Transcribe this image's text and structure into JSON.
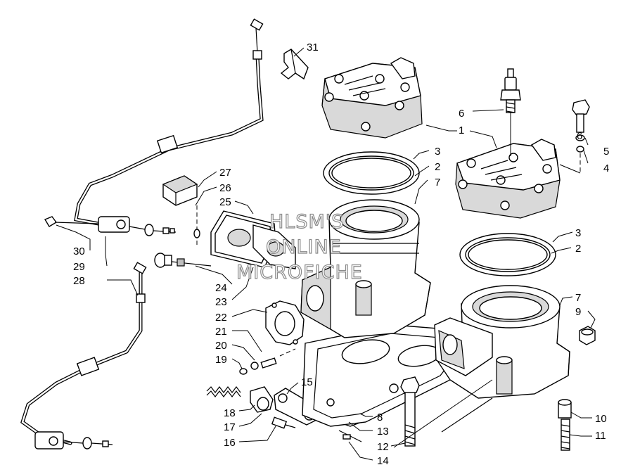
{
  "watermark": {
    "line1": "HLSM'S",
    "line2": "ONLINE",
    "line3": "MICROFICHE"
  },
  "callouts": [
    {
      "id": "c31",
      "label": "31"
    },
    {
      "id": "c6a",
      "label": "6"
    },
    {
      "id": "c1",
      "label": "1"
    },
    {
      "id": "c6b",
      "label": "6"
    },
    {
      "id": "c5",
      "label": "5"
    },
    {
      "id": "c4",
      "label": "4"
    },
    {
      "id": "c3a",
      "label": "3"
    },
    {
      "id": "c2a",
      "label": "2"
    },
    {
      "id": "c7a",
      "label": "7"
    },
    {
      "id": "c27",
      "label": "27"
    },
    {
      "id": "c26",
      "label": "26"
    },
    {
      "id": "c25",
      "label": "25"
    },
    {
      "id": "c3b",
      "label": "3"
    },
    {
      "id": "c2b",
      "label": "2"
    },
    {
      "id": "c30",
      "label": "30"
    },
    {
      "id": "c29",
      "label": "29"
    },
    {
      "id": "c28",
      "label": "28"
    },
    {
      "id": "c24",
      "label": "24"
    },
    {
      "id": "c23",
      "label": "23"
    },
    {
      "id": "c22",
      "label": "22"
    },
    {
      "id": "c7b",
      "label": "7"
    },
    {
      "id": "c9",
      "label": "9"
    },
    {
      "id": "c21",
      "label": "21"
    },
    {
      "id": "c20",
      "label": "20"
    },
    {
      "id": "c19",
      "label": "19"
    },
    {
      "id": "c15",
      "label": "15"
    },
    {
      "id": "c18",
      "label": "18"
    },
    {
      "id": "c17",
      "label": "17"
    },
    {
      "id": "c16",
      "label": "16"
    },
    {
      "id": "c8",
      "label": "8"
    },
    {
      "id": "c13",
      "label": "13"
    },
    {
      "id": "c12",
      "label": "12"
    },
    {
      "id": "c14",
      "label": "14"
    },
    {
      "id": "c10",
      "label": "10"
    },
    {
      "id": "c11",
      "label": "11"
    }
  ]
}
